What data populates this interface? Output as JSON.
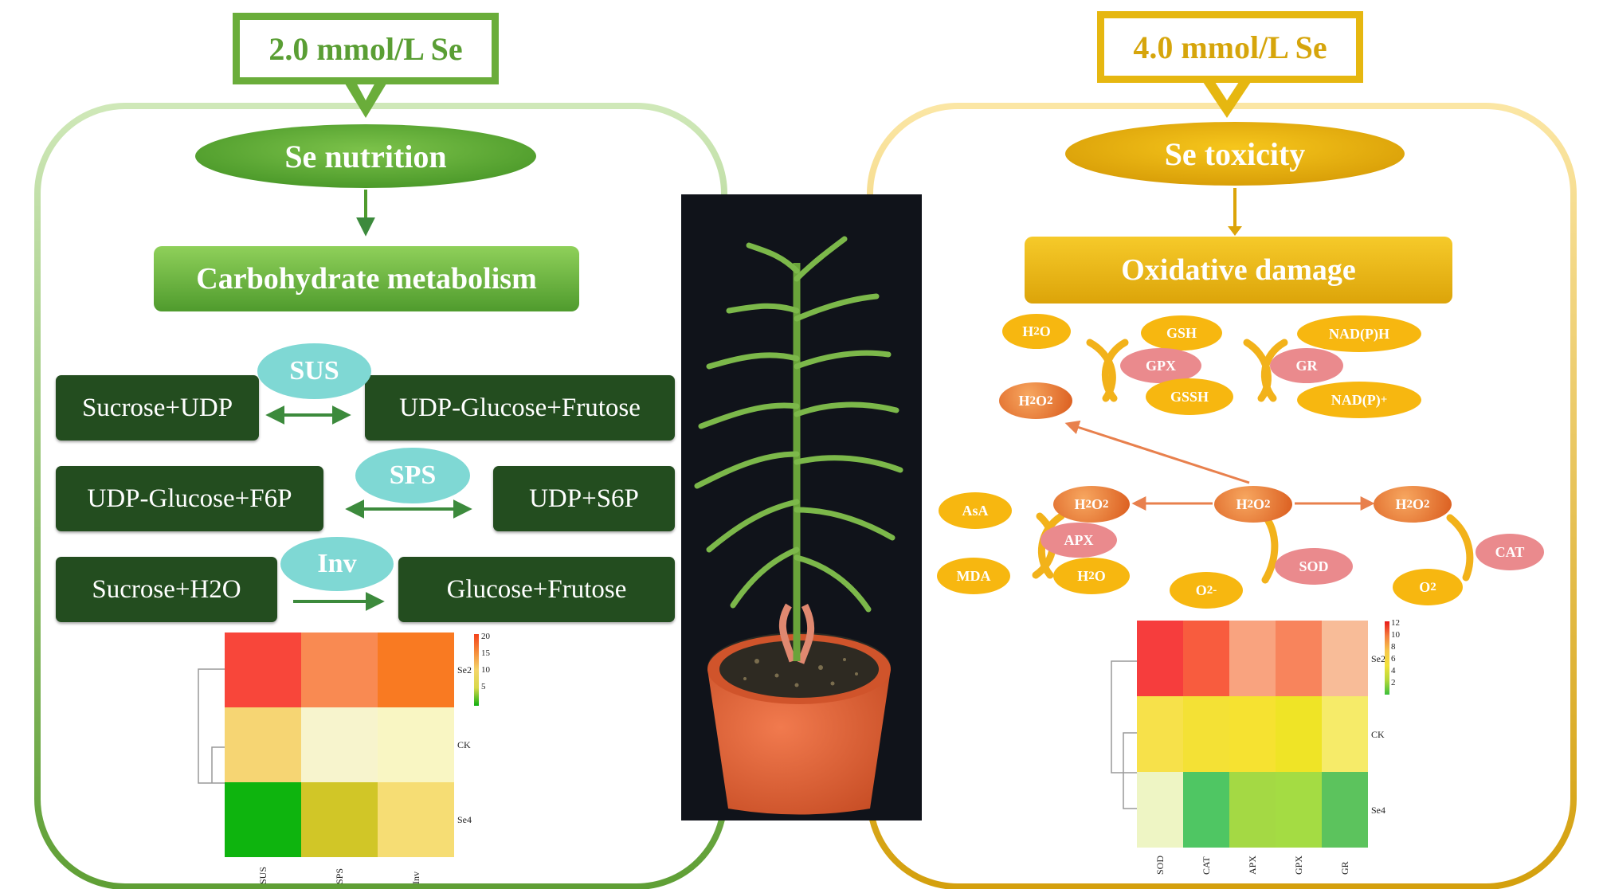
{
  "left": {
    "dose_label": "2.0 mmol/L Se",
    "state_label": "Se nutrition",
    "process_label": "Carbohydrate metabolism",
    "reactions": [
      {
        "enzyme": "SUS",
        "substrate": "Sucrose+UDP",
        "product": "UDP-Glucose+Frutose"
      },
      {
        "enzyme": "SPS",
        "substrate": "UDP-Glucose+F6P",
        "product": "UDP+S6P"
      },
      {
        "enzyme": "Inv",
        "substrate": "Sucrose+H2O",
        "product": "Glucose+Frutose"
      }
    ],
    "heatmap": {
      "columns": [
        "SUS",
        "SPS",
        "Inv"
      ],
      "rows": [
        "Se2",
        "CK",
        "Se4"
      ],
      "colors": [
        [
          "#f8463a",
          "#f98a52",
          "#f97a22"
        ],
        [
          "#f6d573",
          "#f7f4cd",
          "#f9f6c3"
        ],
        [
          "#0eb40e",
          "#d1c627",
          "#f6dd74"
        ]
      ],
      "legend_ticks": [
        "20",
        "15",
        "10",
        "5"
      ]
    }
  },
  "right": {
    "dose_label": "4.0 mmol/L Se",
    "state_label": "Se toxicity",
    "process_label": "Oxidative damage",
    "nodes": {
      "h2o_top": "H2O",
      "h2o2_top": "H2O2",
      "gsh": "GSH",
      "gpx": "GPX",
      "gssh": "GSSH",
      "nadph": "NAD(P)H",
      "gr": "GR",
      "nadp": "NAD(P)+",
      "asa": "AsA",
      "apx": "APX",
      "mda": "MDA",
      "h2o2_left": "H2O2",
      "h2o_mid": "H2O",
      "h2o2_center": "H2O2",
      "sod": "SOD",
      "o2_radical": "O2-",
      "h2o2_right": "H2O2",
      "cat": "CAT",
      "o2": "O2"
    },
    "heatmap": {
      "columns": [
        "SOD",
        "CAT",
        "APX",
        "GPX",
        "GR"
      ],
      "rows": [
        "Se2",
        "CK",
        "Se4"
      ],
      "colors": [
        [
          "#f63d3d",
          "#f85c3e",
          "#f9a37f",
          "#f8845c",
          "#f8bc98"
        ],
        [
          "#f7e14a",
          "#f4e135",
          "#f6e231",
          "#efe426",
          "#f6eb69"
        ],
        [
          "#eef5c4",
          "#4fc663",
          "#a4d944",
          "#a4dc43",
          "#5cc35d"
        ]
      ],
      "legend_ticks": [
        "12",
        "10",
        "8",
        "6",
        "4",
        "2"
      ]
    }
  },
  "colors": {
    "green_accent": "#6aad3a",
    "green_dark": "#234d1f",
    "yellow_accent": "#e6b710",
    "orange": "#e66f22",
    "pink": "#ea8a8d",
    "cyan": "#7fd8d4"
  }
}
